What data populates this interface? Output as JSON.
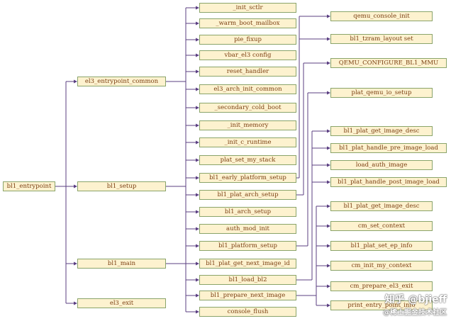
{
  "diagram": {
    "root": "bl1_entrypoint",
    "level1": {
      "el3_entrypoint_common": "el3_entrypoint_common",
      "bl1_setup": "bl1_setup",
      "bl1_main": "bl1_main",
      "el3_exit": "el3_exit"
    },
    "entrypoint_common_calls": [
      "_init_sctlr",
      "_warm_boot_mailbox",
      "pie_fixup",
      "vbar_el3 config",
      "reset_handler",
      "el3_arch_init_common",
      "_secondary_cold_boot",
      "_init_memory",
      "_init_c_runtime",
      "plat_set_my_stack"
    ],
    "setup_calls": [
      "bl1_early_platform_setup",
      "bl1_plat_arch_setup"
    ],
    "main_calls": [
      "bl1_arch_setup",
      "auth_mod_init",
      "bl1_platform_setup",
      "bl1_plat_get_next_image_id",
      "bl1_load_bl2",
      "bl1_prepare_next_image",
      "console_flush"
    ],
    "early_platform_setup_calls": [
      "qemu_console_init",
      "bl1_tzram_layout set"
    ],
    "plat_arch_setup_calls": [
      "QEMU_CONFIGURE_BL1_MMU"
    ],
    "platform_setup_calls": [
      "plat_qemu_io_setup"
    ],
    "load_bl2_calls": [
      "bl1_plat_get_image_desc",
      "bl1_plat_handle_pre_image_load",
      "load_auth_image",
      "bl1_plat_handle_post_image_load"
    ],
    "prepare_next_image_calls": [
      "bl1_plat_get_image_desc",
      "cm_set_context",
      "bl1_plat_set_ep_info",
      "cm_init_my_context",
      "cm_prepare_el3_exit",
      "print_entry_point_info"
    ]
  },
  "watermark": {
    "line1": "知乎 @bjieff",
    "line2": "@稀土掘金技术社区"
  },
  "colors": {
    "box_fill": "#fdf2cf",
    "box_border": "#8aa46a",
    "text": "#7b3f12",
    "connector": "#5b3f82"
  }
}
